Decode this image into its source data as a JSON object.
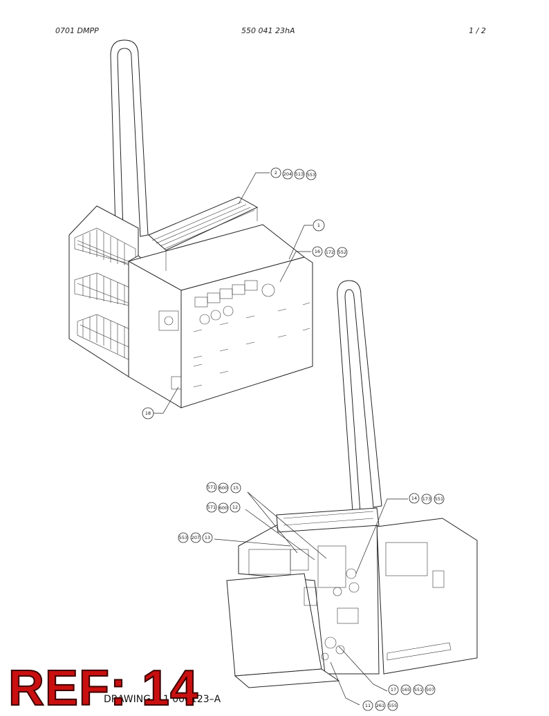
{
  "header": {
    "left": "0701 DMPP",
    "center": "550 041 23hA",
    "right": "1 /   2"
  },
  "balloons_top": [
    [
      "2",
      "204",
      "513",
      "553"
    ],
    [
      "1"
    ],
    [
      "16",
      "172",
      "552"
    ],
    [
      "18"
    ]
  ],
  "balloons_bottom": [
    [
      "571",
      "600",
      "15"
    ],
    [
      "571",
      "600",
      "12"
    ],
    [
      "553",
      "207",
      "13"
    ],
    [
      "14",
      "173",
      "551"
    ],
    [
      "17",
      "165",
      "551",
      "507"
    ],
    [
      "11",
      "261",
      "555"
    ]
  ],
  "footer": {
    "drawing_number": "DRAWING 1 1 004123–A",
    "ref_stamp": "REF: 14"
  }
}
